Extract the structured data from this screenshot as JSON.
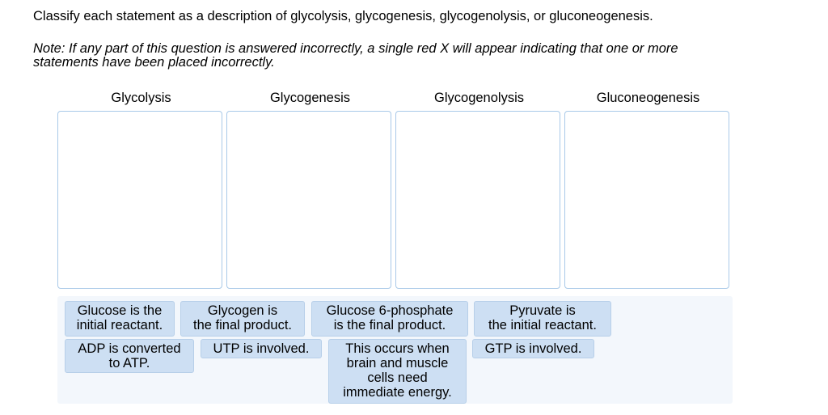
{
  "question": {
    "instruction": "Classify each statement as a description of glycolysis, glycogenesis, glycogenolysis, or gluconeogenesis.",
    "note": "Note: If any part of this question is answered incorrectly, a single red X will appear indicating that one or more statements have been placed incorrectly."
  },
  "categories": [
    {
      "label": "Glycolysis"
    },
    {
      "label": "Glycogenesis"
    },
    {
      "label": "Glycogenolysis"
    },
    {
      "label": "Gluconeogenesis"
    }
  ],
  "statements": [
    {
      "text": "Glucose is the\ninitial reactant."
    },
    {
      "text": "Glycogen is\nthe final product."
    },
    {
      "text": "Glucose 6-phosphate\nis the final product."
    },
    {
      "text": "Pyruvate is\nthe initial reactant."
    },
    {
      "text": "ADP is converted\nto ATP."
    },
    {
      "text": "UTP is involved."
    },
    {
      "text": "This occurs when\nbrain and muscle\ncells need\nimmediate energy."
    },
    {
      "text": "GTP is involved."
    }
  ],
  "colors": {
    "chip_background": "#cddff3",
    "bin_border": "#a9c9e8",
    "tray_background": "#f3f7fc"
  }
}
